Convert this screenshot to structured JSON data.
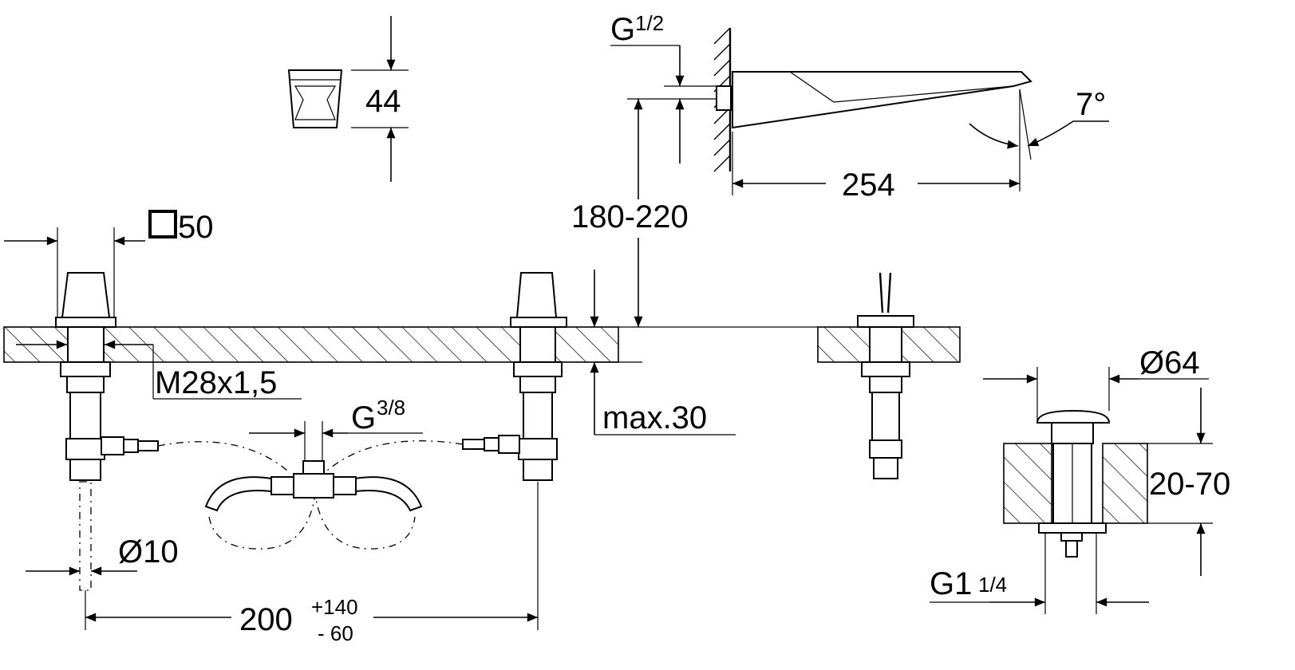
{
  "dimensions": {
    "handle_height": "44",
    "spout_connection_main": "G",
    "spout_connection_frac": "1/2",
    "spout_angle": "7°",
    "spout_length": "254",
    "wall_height_range": "180-220",
    "handle_square": "50",
    "thread": "M28x1,5",
    "deck_thickness": "max.30",
    "tee_connection_main": "G",
    "tee_connection_frac": "3/8",
    "waste_cap_diameter": "Ø64",
    "waste_thickness_range": "20-70",
    "hose_diameter": "Ø10",
    "centre_distance": "200",
    "centre_tol_plus": "+140",
    "centre_tol_minus": "- 60",
    "waste_thread_main": "G1",
    "waste_thread_frac": "1/4"
  }
}
